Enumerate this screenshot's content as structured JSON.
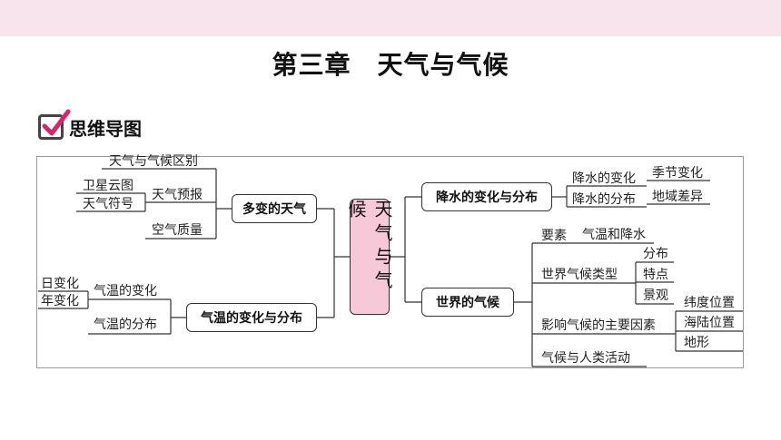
{
  "header": {
    "title": "第三章　天气与气候"
  },
  "section": {
    "label": "思维导图"
  },
  "mindmap": {
    "center": "天气与气候",
    "left": {
      "weather": {
        "label": "多变的天气",
        "distinction": "天气与气候区别",
        "forecast": "天气预报",
        "satellite": "卫星云图",
        "symbols": "天气符号",
        "air_quality": "空气质量"
      },
      "temperature": {
        "label": "气温的变化与分布",
        "change": "气温的变化",
        "daily": "日变化",
        "annual": "年变化",
        "distribution": "气温的分布"
      }
    },
    "right": {
      "precipitation": {
        "label": "降水的变化与分布",
        "change": "降水的变化",
        "seasonal": "季节变化",
        "distribution": "降水的分布",
        "regional": "地域差异"
      },
      "climate": {
        "label": "世界的气候",
        "elements": "要素",
        "temp_precip": "气温和降水",
        "types": "世界气候类型",
        "type_distribution": "分布",
        "type_features": "特点",
        "type_landscape": "景观",
        "factors": "影响气候的主要因素",
        "latitude": "纬度位置",
        "land_sea": "海陆位置",
        "terrain": "地形",
        "human": "气候与人类活动"
      }
    }
  }
}
